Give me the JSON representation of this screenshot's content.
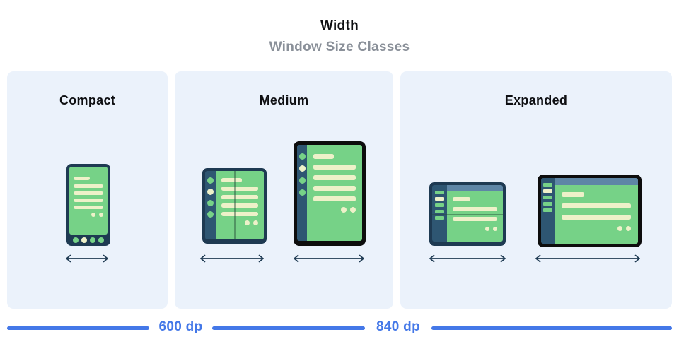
{
  "header": {
    "title": "Width",
    "subtitle": "Window Size Classes"
  },
  "panels": [
    {
      "id": "compact",
      "label": "Compact",
      "devices": [
        "phone"
      ]
    },
    {
      "id": "medium",
      "label": "Medium",
      "devices": [
        "foldable-portrait",
        "tablet-portrait"
      ]
    },
    {
      "id": "expanded",
      "label": "Expanded",
      "devices": [
        "foldable-landscape",
        "tablet-landscape"
      ]
    }
  ],
  "ruler": {
    "breakpoints": [
      "600 dp",
      "840 dp"
    ]
  },
  "icons": [
    "width-arrow-icon"
  ],
  "colors": {
    "panel_bg": "#EBF2FB",
    "frame_navy": "#1E3A52",
    "rail_navy": "#2E5672",
    "screen_green": "#76D287",
    "content_cream": "#EEF1C9",
    "topbar_slate": "#5E86A6",
    "frame_black": "#0D0D0D",
    "accent_blue": "#4478E8",
    "subtitle_gray": "#8A9099"
  }
}
